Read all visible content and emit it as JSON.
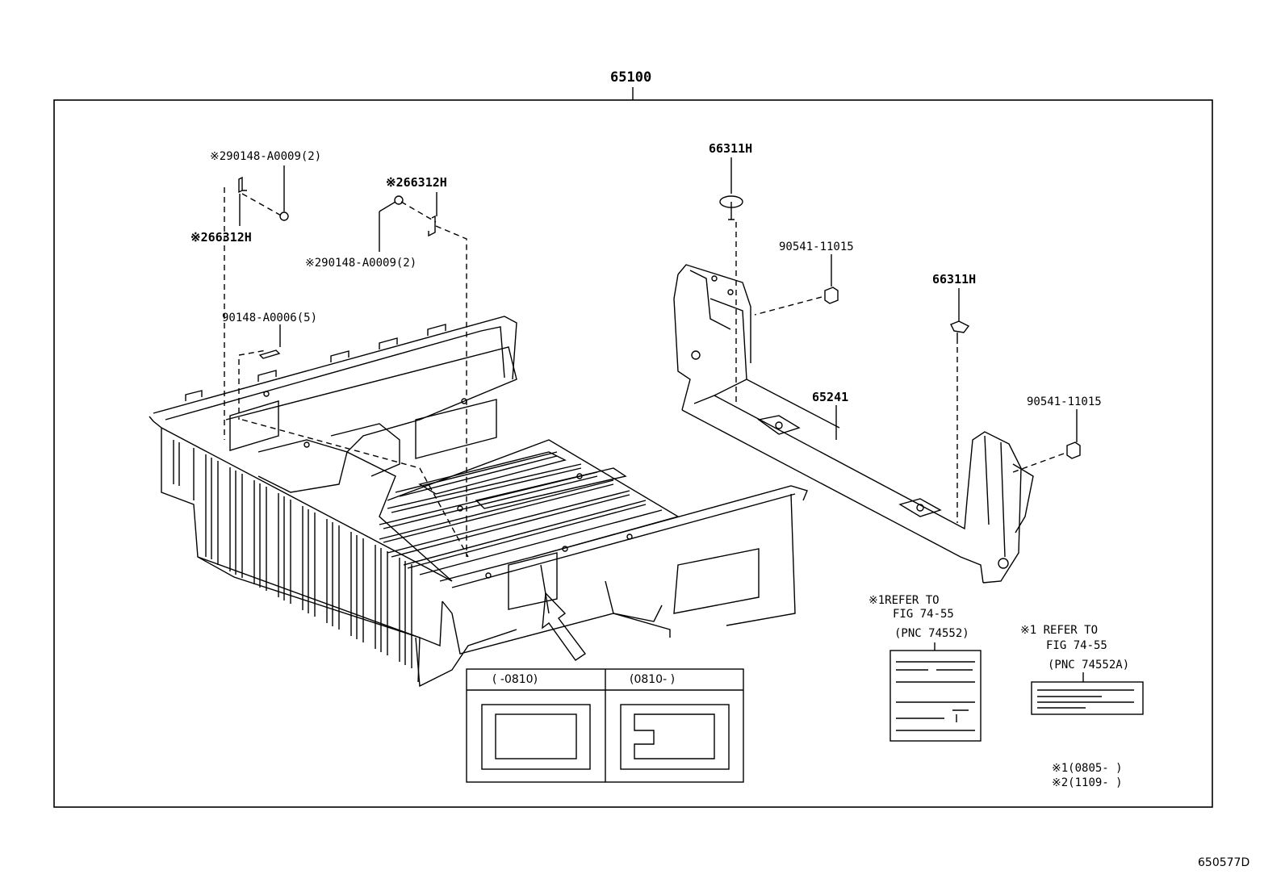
{
  "assembly": {
    "main_part": "65100",
    "figure_id": "650577D"
  },
  "callouts": {
    "clip_bolt_top_left": "※290148-A0009(2)",
    "bracket_left": "※266312H",
    "bracket_center": "※266312H",
    "clip_bolt_center": "※290148-A0009(2)",
    "bolt_side": "90148-A0006(5)",
    "hook_top": "66311H",
    "nut_top": "90541-11015",
    "hook_right": "66311H",
    "crossmember": "65241",
    "nut_right": "90541-11015"
  },
  "refer_notes": {
    "left": {
      "line1": "※1REFER TO",
      "line2": "FIG 74-55",
      "line3": "(PNC 74552)"
    },
    "right": {
      "line1": "※1 REFER TO",
      "line2": "FIG 74-55",
      "line3": "(PNC 74552A)"
    }
  },
  "variant_table": {
    "col1": "(     -0810)",
    "col2": "(0810-       )"
  },
  "legend": {
    "note1": "※1(0805-     )",
    "note2": "※2(1109-     )"
  }
}
